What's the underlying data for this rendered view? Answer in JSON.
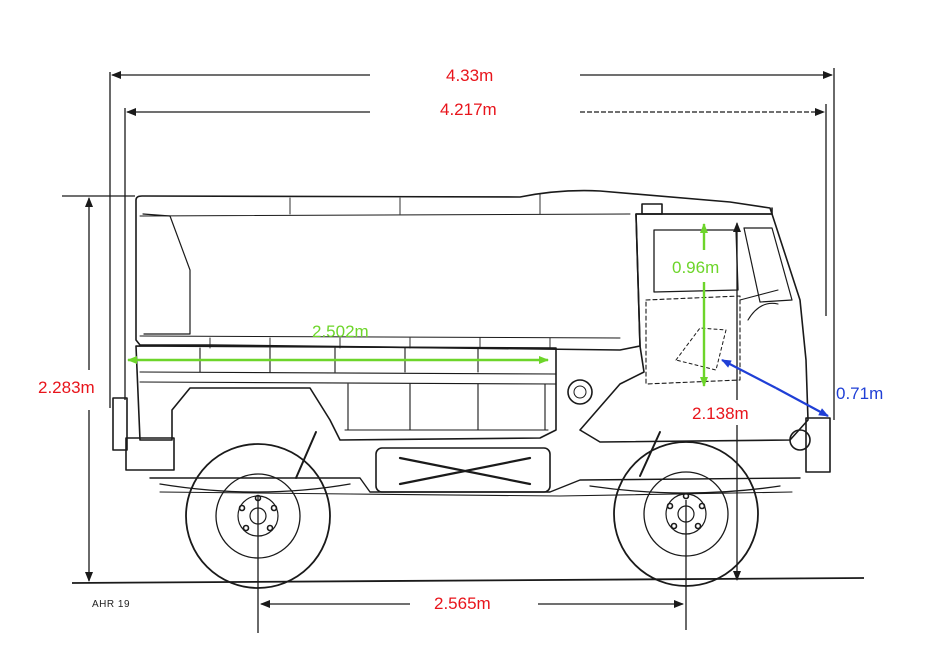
{
  "dimensions": {
    "overall_length": "4.33m",
    "body_length": "4.217m",
    "overall_height": "2.283m",
    "cab_height": "2.138m",
    "cargo_bed_length": "2.502m",
    "window_height": "0.96m",
    "front_overhang": "0.71m",
    "wheelbase": "2.565m"
  },
  "drawing_ref": "AHR 19",
  "colors": {
    "line_art": "#1a1a1a",
    "red_dimension": "#e8141b",
    "green_dimension": "#6dd52a",
    "blue_dimension": "#1f3fd6"
  }
}
